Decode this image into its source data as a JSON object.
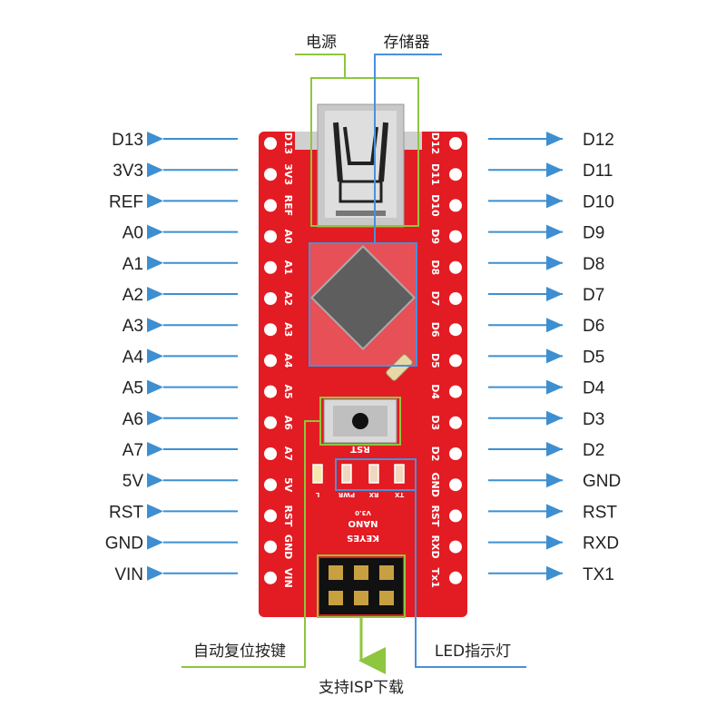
{
  "left_pins": [
    "D13",
    "3V3",
    "REF",
    "A0",
    "A1",
    "A2",
    "A3",
    "A4",
    "A5",
    "A6",
    "A7",
    "5V",
    "RST",
    "GND",
    "VIN"
  ],
  "right_pins": [
    "D12",
    "D11",
    "D10",
    "D9",
    "D8",
    "D7",
    "D6",
    "D5",
    "D4",
    "D3",
    "D2",
    "GND",
    "RST",
    "RXD",
    "TX1"
  ],
  "board_left_silk": [
    "D13",
    "3V3",
    "REF",
    "A0",
    "A1",
    "A2",
    "A3",
    "A4",
    "A5",
    "A6",
    "A7",
    "5V",
    "RST",
    "GND",
    "VIN"
  ],
  "board_right_silk": [
    "D12",
    "D11",
    "D10",
    "D9",
    "D8",
    "D7",
    "D6",
    "D5",
    "D4",
    "D3",
    "D2",
    "GND",
    "RST",
    "RXD",
    "Tx1"
  ],
  "callouts": {
    "power": "电源",
    "storage": "存储器",
    "auto_reset": "自动复位按键",
    "isp": "支持ISP下载",
    "led": "LED指示灯"
  },
  "board": {
    "rst_label": "RST",
    "led_labels": [
      "L",
      "PWR",
      "RX",
      "TX"
    ],
    "version": "V3.0",
    "name": "NANO",
    "brand": "KEYES"
  },
  "colors": {
    "arrow_blue": "#3d8fd1",
    "board_red": "#e31b23",
    "callout_green": "#8dc63f",
    "callout_blue": "#4a90d9",
    "chip_gray": "#666666"
  }
}
